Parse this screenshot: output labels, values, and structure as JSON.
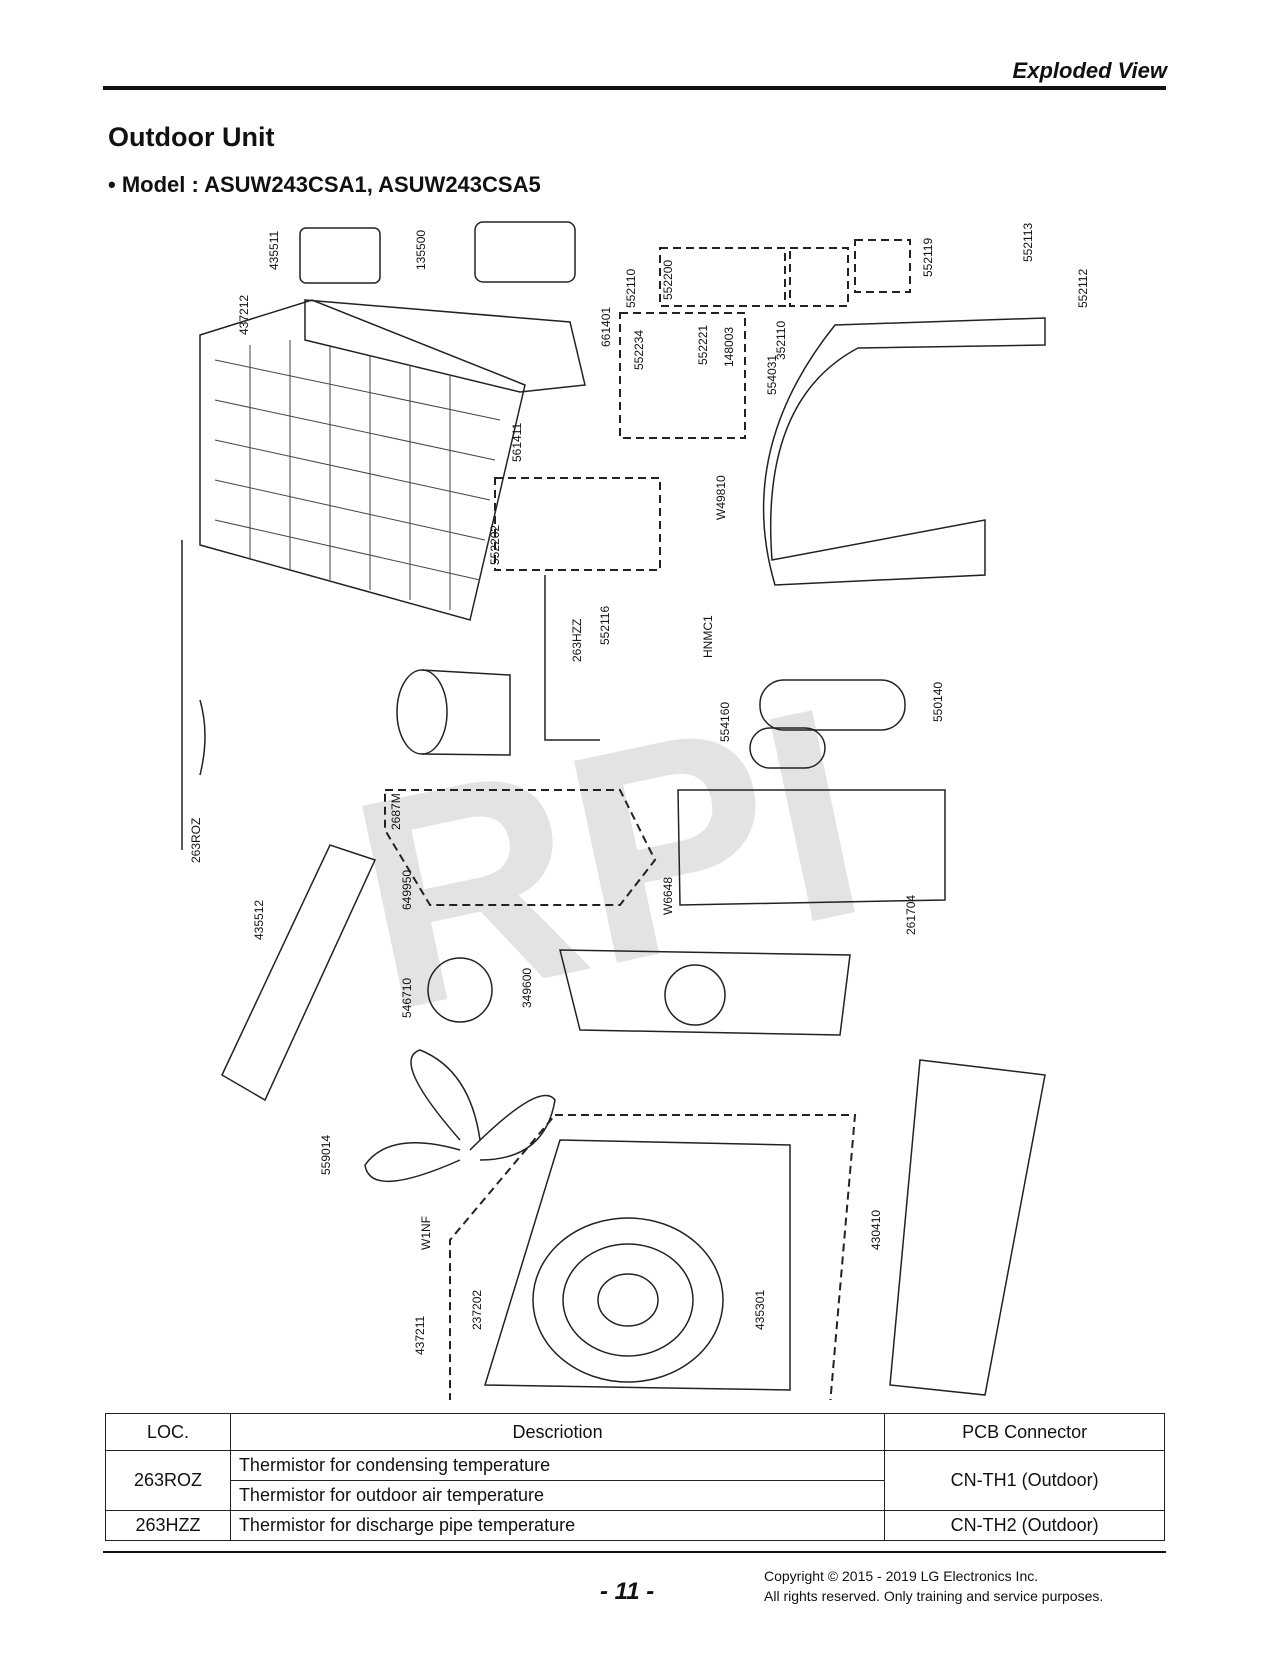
{
  "header": {
    "title": "Exploded View"
  },
  "section": {
    "title": "Outdoor Unit",
    "model": "• Model : ASUW243CSA1, ASUW243CSA5"
  },
  "diagram": {
    "watermark": "RPI",
    "part_labels": [
      "435511",
      "135500",
      "437212",
      "552113",
      "552119",
      "552112",
      "352110",
      "554031",
      "552110",
      "552200",
      "661401",
      "552234",
      "552221",
      "148003",
      "W49810",
      "561411",
      "552202",
      "552116",
      "263HZZ",
      "HNMC1",
      "554160",
      "550140",
      "263ROZ",
      "2687M",
      "649950",
      "W6648",
      "261704",
      "435512",
      "546710",
      "349600",
      "559014",
      "W1NF",
      "430410",
      "437211",
      "237202",
      "435301"
    ]
  },
  "table": {
    "headers": [
      "LOC.",
      "Descriotion",
      "PCB Connector"
    ],
    "rows": [
      {
        "loc": "263ROZ",
        "desc1": "Thermistor for condensing temperature",
        "desc2": "Thermistor for outdoor air temperature",
        "connector": "CN-TH1 (Outdoor)"
      },
      {
        "loc": "263HZZ",
        "desc": "Thermistor for discharge pipe temperature",
        "connector": "CN-TH2 (Outdoor)"
      }
    ]
  },
  "footer": {
    "page_number": "- 11 -",
    "copyright_line1": "Copyright © 2015 - 2019 LG Electronics Inc.",
    "copyright_line2": "All rights reserved. Only training and service purposes."
  }
}
